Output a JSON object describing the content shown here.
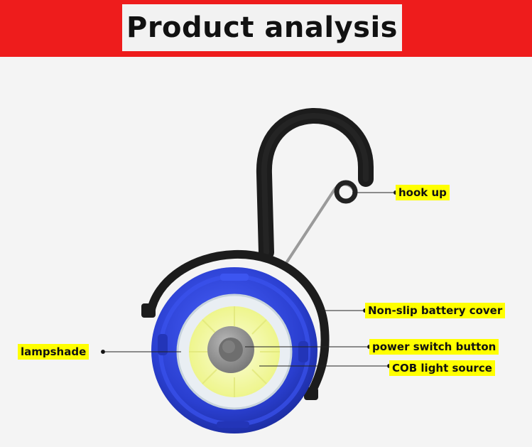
{
  "header": {
    "title": "Product analysis"
  },
  "callouts": {
    "hook": "hook up",
    "battery_cover": "Non-slip battery cover",
    "power_switch": "power switch button",
    "cob_light": "COB light source",
    "lampshade": "lampshade"
  },
  "colors": {
    "banner": "#ee1c1c",
    "label_bg": "#ffff00",
    "body_blue": "#2a3fd0",
    "hook_black": "#1c1c1c",
    "cob_yellow": "#f3f7a0"
  }
}
